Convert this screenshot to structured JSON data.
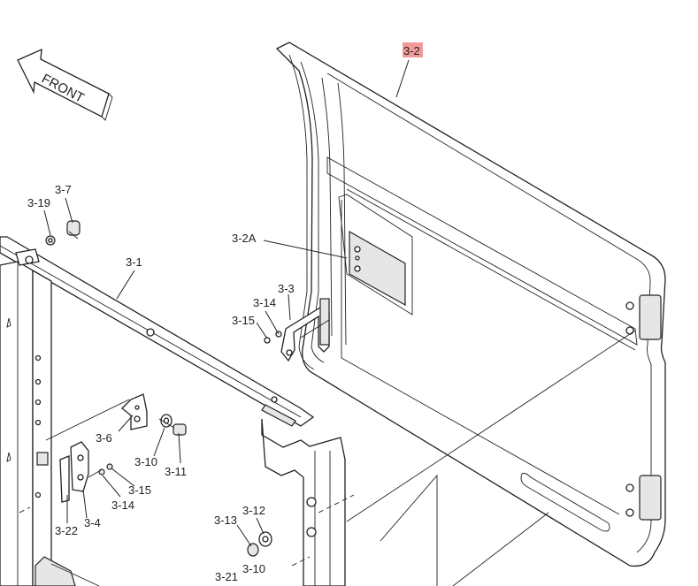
{
  "front_arrow": {
    "label": "FRONT"
  },
  "highlight": {
    "color": "#f29a9a"
  },
  "callouts": {
    "c3_2": "3-2",
    "c3_2A": "3-2A",
    "c3_3": "3-3",
    "c3_14a": "3-14",
    "c3_15a": "3-15",
    "c3_19": "3-19",
    "c3_7": "3-7",
    "c3_1": "3-1",
    "c3_6": "3-6",
    "c3_10a": "3-10",
    "c3_11": "3-11",
    "c3_15b": "3-15",
    "c3_14b": "3-14",
    "c3_22": "3-22",
    "c3_4": "3-4",
    "c3_13": "3-13",
    "c3_12": "3-12",
    "c3_21": "3-21",
    "c3_10b": "3-10"
  }
}
